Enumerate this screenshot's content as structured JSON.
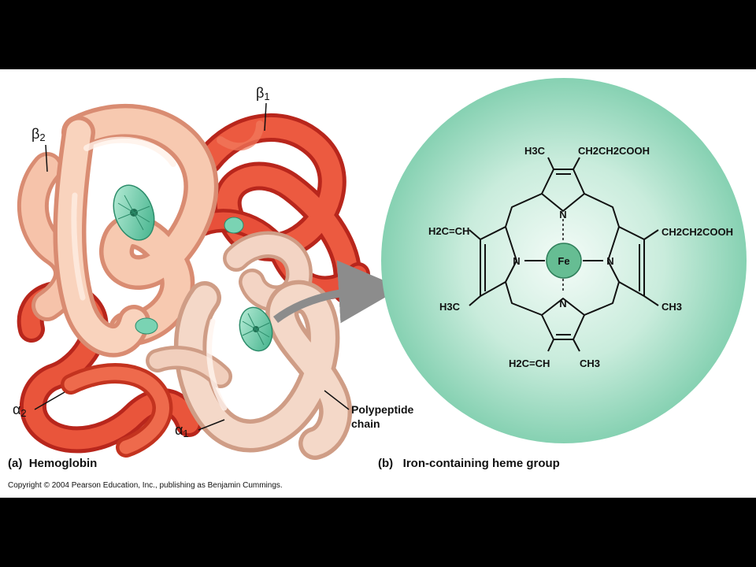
{
  "panel_a": {
    "caption_letter": "(a)",
    "caption_text": "Hemoglobin",
    "labels": {
      "beta1_sym": "β",
      "beta1_sub": "1",
      "beta2_sym": "β",
      "beta2_sub": "2",
      "alpha1_sym": "α",
      "alpha1_sub": "1",
      "alpha2_sym": "α",
      "alpha2_sub": "2",
      "polypeptide_line1": "Polypeptide",
      "polypeptide_line2": "chain"
    }
  },
  "panel_b": {
    "caption_letter": "(b)",
    "caption_text": "Iron-containing heme group",
    "center_atom": "Fe",
    "nitrogen": "N",
    "groups": {
      "top_left_methyl": "H3C",
      "top_right_propionate": "CH2CH2COOH",
      "right_propionate": "CH2CH2COOH",
      "right_methyl": "CH3",
      "left_vinyl": "H2C=CH",
      "left_methyl": "H3C",
      "bottom_vinyl": "H2C=CH",
      "bottom_methyl": "CH3"
    }
  },
  "copyright": "Copyright © 2004 Pearson Education, Inc., publishing as Benjamin Cummings.",
  "colors": {
    "background": "#000000",
    "slide": "#ffffff",
    "alpha_chains": "#f3c2a6",
    "beta_chains": "#e84a34",
    "heme_disc": "#5fc9a2",
    "heme_circle": "#b8e6d2",
    "arrow": "#8c8c8c"
  }
}
